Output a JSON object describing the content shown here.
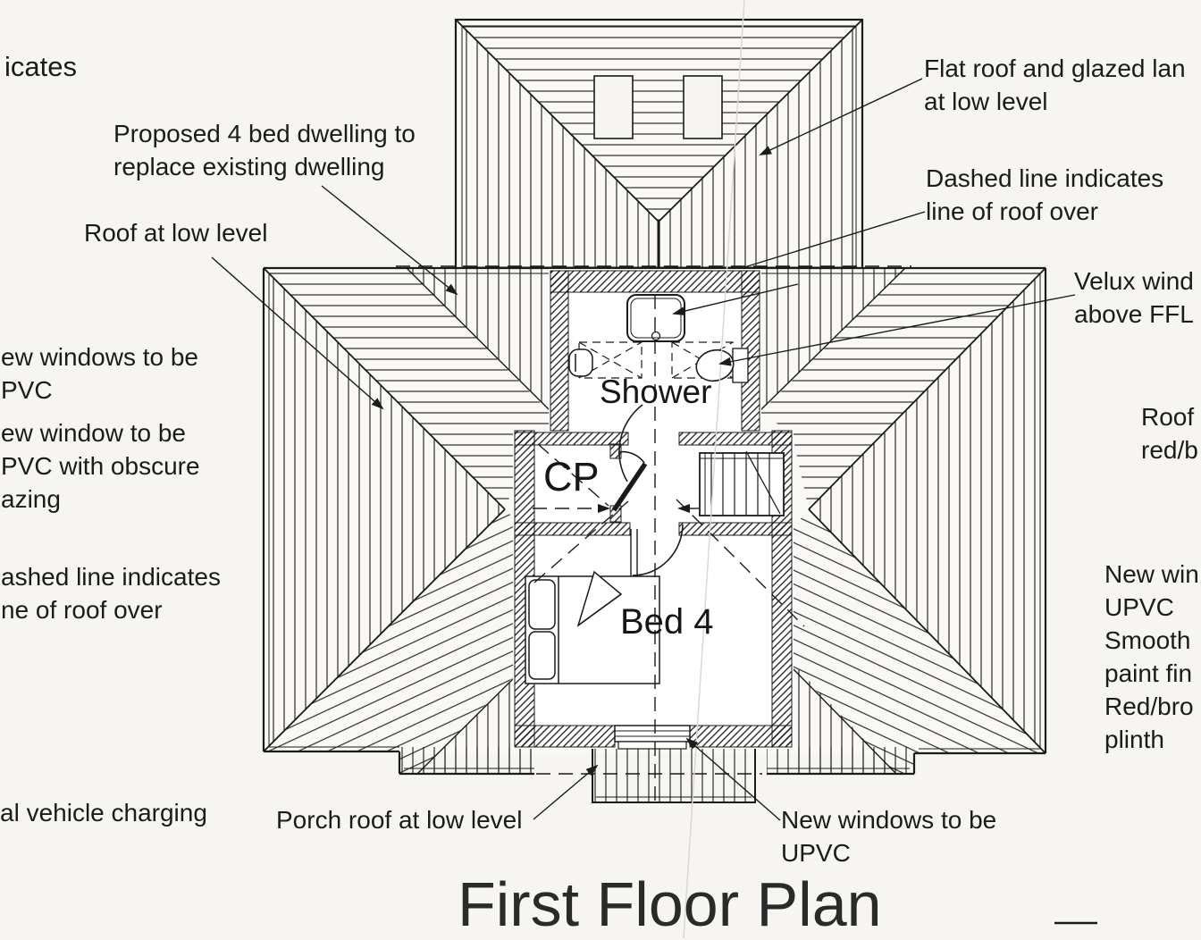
{
  "title": "First Floor Plan",
  "rooms": {
    "shower": "Shower",
    "cp": "CP",
    "bed4": "Bed 4"
  },
  "annotations": {
    "top_left_partial": "icates",
    "proposed_l1": "Proposed 4 bed dwelling to",
    "proposed_l2": "replace existing dwelling",
    "roof_low": "Roof at low level",
    "flat_roof_l1": "Flat roof and glazed lan",
    "flat_roof_l2": "at low level",
    "dashed_right_l1": "Dashed line indicates",
    "dashed_right_l2": "line of roof over",
    "velux_l1": "Velux wind",
    "velux_l2": "above FFL",
    "left_windows_l1": "ew windows to be",
    "left_windows_l2": "PVC",
    "left_window2_l1": "ew window to be",
    "left_window2_l2": "PVC with obscure",
    "left_window2_l3": "azing",
    "left_dashed_l1": "ashed line indicates",
    "left_dashed_l2": "ne of roof over",
    "roof_tiles_l1": "Roof",
    "roof_tiles_l2": "red/b",
    "right_windows_l1": "New win",
    "right_windows_l2": "UPVC",
    "right_windows_l3": "Smooth",
    "right_windows_l4": "paint fin",
    "right_windows_l5": "Red/bro",
    "right_windows_l6": "plinth",
    "ev_charging": "al vehicle charging",
    "porch_roof": "Porch roof at low level",
    "bottom_windows_l1": "New windows to be",
    "bottom_windows_l2": "UPVC"
  },
  "colors": {
    "ink": "#1b1b1b",
    "paper": "#f6f5f2"
  }
}
